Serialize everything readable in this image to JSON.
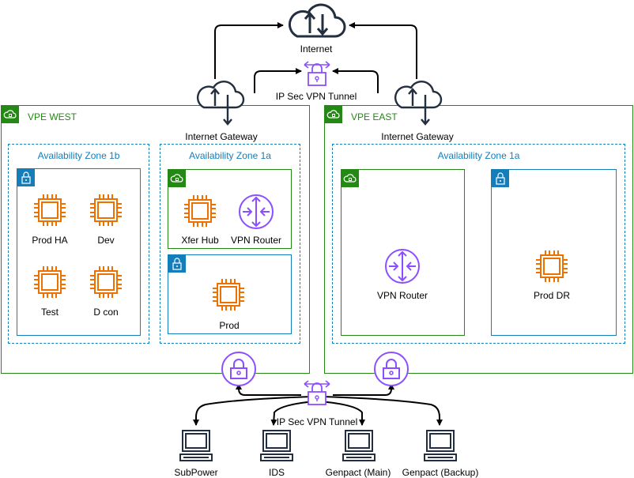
{
  "internet": {
    "label": "Internet"
  },
  "vpn_tunnel_top": {
    "label": "IP Sec VPN Tunnel"
  },
  "vpn_tunnel_bottom": {
    "label": "IP Sec VPN Tunnel"
  },
  "vpe_west": {
    "title": "VPE WEST",
    "gateway_label": "Internet Gateway",
    "az_1b": {
      "title": "Availability Zone 1b",
      "instances": [
        "Prod HA",
        "Dev",
        "Test",
        "D con"
      ]
    },
    "az_1a": {
      "title": "Availability Zone 1a",
      "public_subnet": {
        "instances": [
          "Xfer Hub",
          "VPN Router"
        ]
      },
      "private_subnet": {
        "instances": [
          "Prod"
        ]
      }
    }
  },
  "vpe_east": {
    "title": "VPE EAST",
    "gateway_label": "Internet Gateway",
    "az_1a": {
      "title": "Availability Zone 1a",
      "public_subnet": {
        "instances": [
          "VPN Router"
        ]
      },
      "private_subnet": {
        "instances": [
          "Prod DR"
        ]
      }
    }
  },
  "clients": [
    "SubPower",
    "IDS",
    "Genpact (Main)",
    "Genpact (Backup)"
  ],
  "colors": {
    "vpc_green": "#248814",
    "az_blue": "#147EBA",
    "compute_orange": "#ED7100",
    "network_purple": "#8C4FFF",
    "lock_purple": "#7B3FE4",
    "ink": "#232F3E"
  }
}
